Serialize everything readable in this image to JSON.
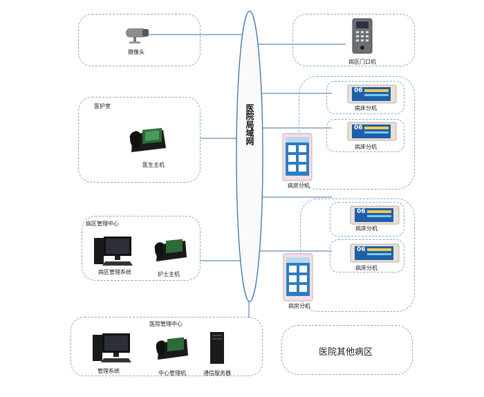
{
  "network": {
    "label": "医院局域网"
  },
  "camera_group": {
    "camera_label": "摄像头"
  },
  "door_group": {
    "door_label": "病区门口机"
  },
  "doctor_room": {
    "title": "医护室",
    "phone_label": "医生主机"
  },
  "ward_center": {
    "title": "病区管理中心",
    "pc_label": "病区管理系统",
    "phone_label": "护士主机"
  },
  "hospital_center": {
    "title": "医院管理中心",
    "pc_label": "管理系统",
    "phone_label": "中心管理机",
    "server_label": "通信服务器"
  },
  "other_wards": {
    "label": "医院其他病区"
  },
  "ward_a": {
    "terminal_label": "病房分机",
    "beds": [
      {
        "label": "病床分机",
        "num": "06"
      },
      {
        "label": "病床分机",
        "num": "06"
      }
    ]
  },
  "ward_b": {
    "terminal_label": "病房分机",
    "beds": [
      {
        "label": "病床分机",
        "num": "06"
      },
      {
        "label": "病床分机",
        "num": "06"
      }
    ]
  },
  "colors": {
    "line": "#3a6fa8",
    "dash": "#7fa8d6"
  }
}
